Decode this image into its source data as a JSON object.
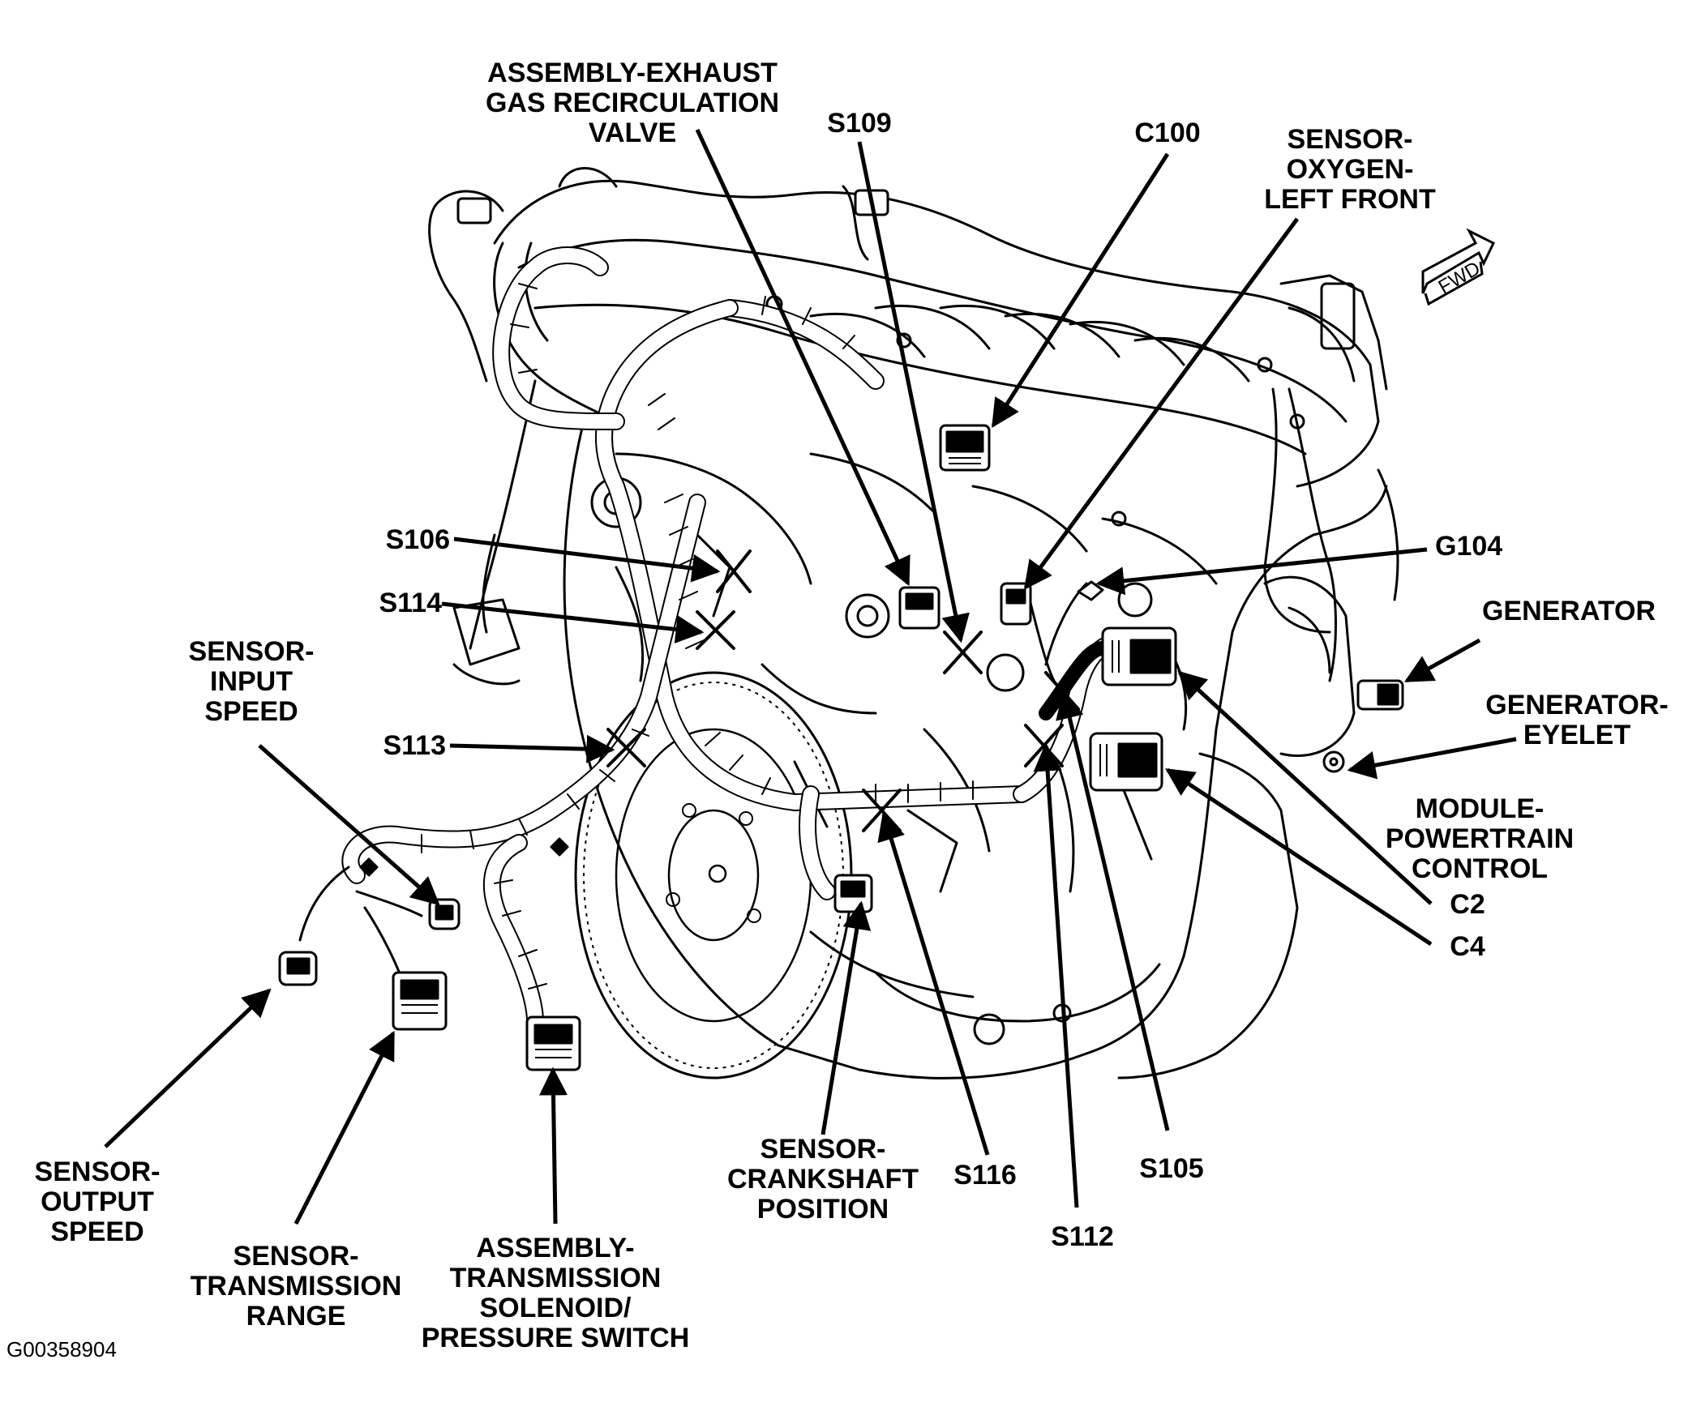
{
  "labels": {
    "egr_valve": "ASSEMBLY-EXHAUST\nGAS RECIRCULATION\nVALVE",
    "s109": "S109",
    "c100": "C100",
    "o2_left_front": "SENSOR-\nOXYGEN-\nLEFT FRONT",
    "s106": "S106",
    "s114": "S114",
    "g104": "G104",
    "generator": "GENERATOR",
    "generator_eyelet": "GENERATOR-\nEYELET",
    "input_speed": "SENSOR-\nINPUT\nSPEED",
    "s113": "S113",
    "pcm": "MODULE-\nPOWERTRAIN\nCONTROL",
    "c2": "C2",
    "c4": "C4",
    "output_speed": "SENSOR-\nOUTPUT\nSPEED",
    "trans_range": "SENSOR-\nTRANSMISSION\nRANGE",
    "trans_solenoid": "ASSEMBLY-\nTRANSMISSION\nSOLENOID/\nPRESSURE SWITCH",
    "crank_position": "SENSOR-\nCRANKSHAFT\nPOSITION",
    "s116": "S116",
    "s112": "S112",
    "s105": "S105",
    "fwd": "FWD"
  },
  "figure_id": "G00358904"
}
